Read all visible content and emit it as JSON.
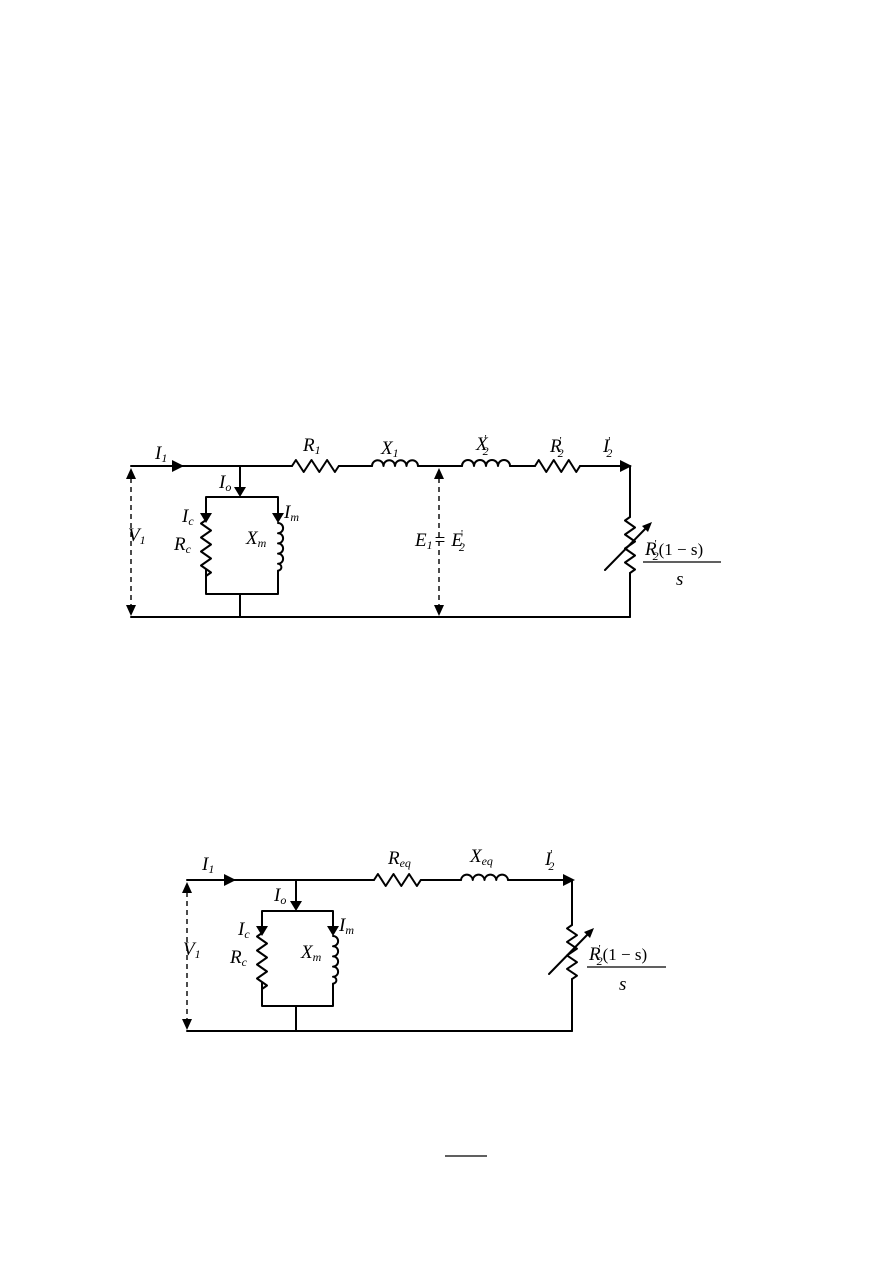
{
  "circuit1": {
    "i1": {
      "main": "I",
      "sub": "1"
    },
    "r1": {
      "main": "R",
      "sub": "1"
    },
    "x1": {
      "main": "X",
      "sub": "1"
    },
    "x2p": {
      "main": "X",
      "sub": "2",
      "sup": "'"
    },
    "r2p": {
      "main": "R",
      "sub": "2",
      "sup": "'"
    },
    "i2p": {
      "main": "I",
      "sub": "2",
      "sup": "'"
    },
    "io": {
      "main": "I",
      "sub": "o"
    },
    "ic": {
      "main": "I",
      "sub": "c"
    },
    "im": {
      "main": "I",
      "sub": "m"
    },
    "rc": {
      "main": "R",
      "sub": "c"
    },
    "xm": {
      "main": "X",
      "sub": "m"
    },
    "v1": {
      "main": "V",
      "sub": "1"
    },
    "emf": {
      "e1": "E",
      "e1sub": "1",
      "eq": "=",
      "e2": "E",
      "e2sub": "2",
      "e2sup": "'"
    },
    "load": {
      "r": "R",
      "sub": "2",
      "sup": "'",
      "term": "(1 − s)",
      "den": "s"
    }
  },
  "circuit2": {
    "i1": {
      "main": "I",
      "sub": "1"
    },
    "req": {
      "main": "R",
      "sub": "eq"
    },
    "xeq": {
      "main": "X",
      "sub": "eq"
    },
    "i2p": {
      "main": "I",
      "sub": "2",
      "sup": "'"
    },
    "io": {
      "main": "I",
      "sub": "o"
    },
    "ic": {
      "main": "I",
      "sub": "c"
    },
    "im": {
      "main": "I",
      "sub": "m"
    },
    "rc": {
      "main": "R",
      "sub": "c"
    },
    "xm": {
      "main": "X",
      "sub": "m"
    },
    "v1": {
      "main": "V",
      "sub": "1"
    },
    "load": {
      "r": "R",
      "sub": "2",
      "sup": "'",
      "term": "(1 − s)",
      "den": "s"
    }
  }
}
